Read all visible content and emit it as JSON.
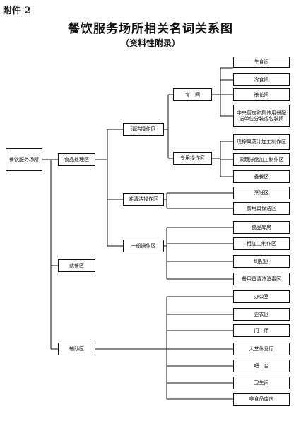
{
  "header": {
    "attachment": "附件 2",
    "title": "餐饮服务场所相关名词关系图",
    "subtitle": "（资料性附录）"
  },
  "nodes": {
    "root": "餐饮服务场所",
    "food_processing": "食品处理区",
    "dining": "就餐区",
    "auxiliary": "辅助区",
    "clean_op": "清洁操作区",
    "quasi_clean_op": "准清洁操作区",
    "general_op": "一般操作区",
    "special_room": "专　间",
    "special_op": "专用操作区",
    "raw_food": "生食间",
    "cold_food": "冷食间",
    "decoration": "裱花间",
    "central_kitchen": "中央厨房和集体用餐配送单位分装或包装间",
    "juice_area": "现榨果蔬汁加工制作区",
    "fruit_platter": "果蔬拼盘加工制作区",
    "prep_area": "备餐区",
    "cooking": "烹饪区",
    "utensil_storage": "餐用具保洁区",
    "food_warehouse": "食品库房",
    "rough_processing": "粗加工制作区",
    "cutting": "切配区",
    "utensil_cleaning": "餐用具清洗消毒区",
    "office": "办公室",
    "changing_room": "更衣区",
    "entrance_hall": "门　厅",
    "lobby_lounge": "大堂休息厅",
    "bar": "吧　台",
    "restroom": "卫生间",
    "non_food_warehouse": "非食品库房"
  }
}
